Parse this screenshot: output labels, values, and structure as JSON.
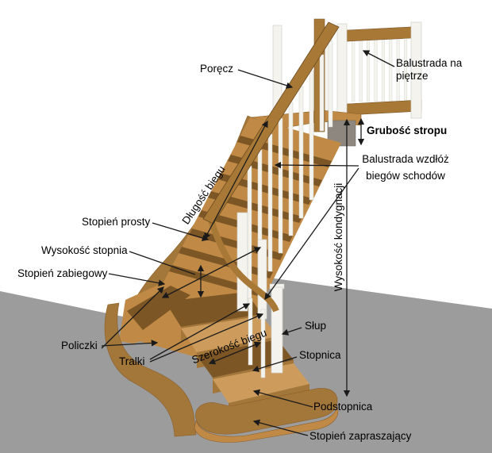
{
  "labels": {
    "porecz": "Poręcz",
    "balustrada_na_pietrze": "Balustrada na piętrze",
    "grubosc_stropu": "Grubość stropu",
    "balustrada_wzdluz": "Balustrada wzdłóż biegów schodów",
    "dlugosc_biegu": "Długość biegu",
    "stopien_prosty": "Stopień prosty",
    "wysokosc_stopnia": "Wysokość stopnia",
    "stopien_zabiegowy": "Stopień zabiegowy",
    "wysokosc_kondygnacji": "Wysokość kondygnacji",
    "policzki": "Policzki",
    "tralki": "Tralki",
    "szerokosc_biegu": "Szerokość biegu",
    "slup": "Słup",
    "stopnica": "Stopnica",
    "podstopnica": "Podstopnica",
    "stopien_zapraszajacy": "Stopień zapraszający"
  },
  "colors": {
    "floor": "#9c9c9c",
    "slab": "#8d8780",
    "wood-light": "#c08a46",
    "wood-pale": "#cd9c5c",
    "wood-mid": "#a3763a",
    "wood-dark": "#7d5626",
    "wood-rail": "#a87936",
    "white-part": "#f4f3ee",
    "ink": "#1a1a1a"
  }
}
